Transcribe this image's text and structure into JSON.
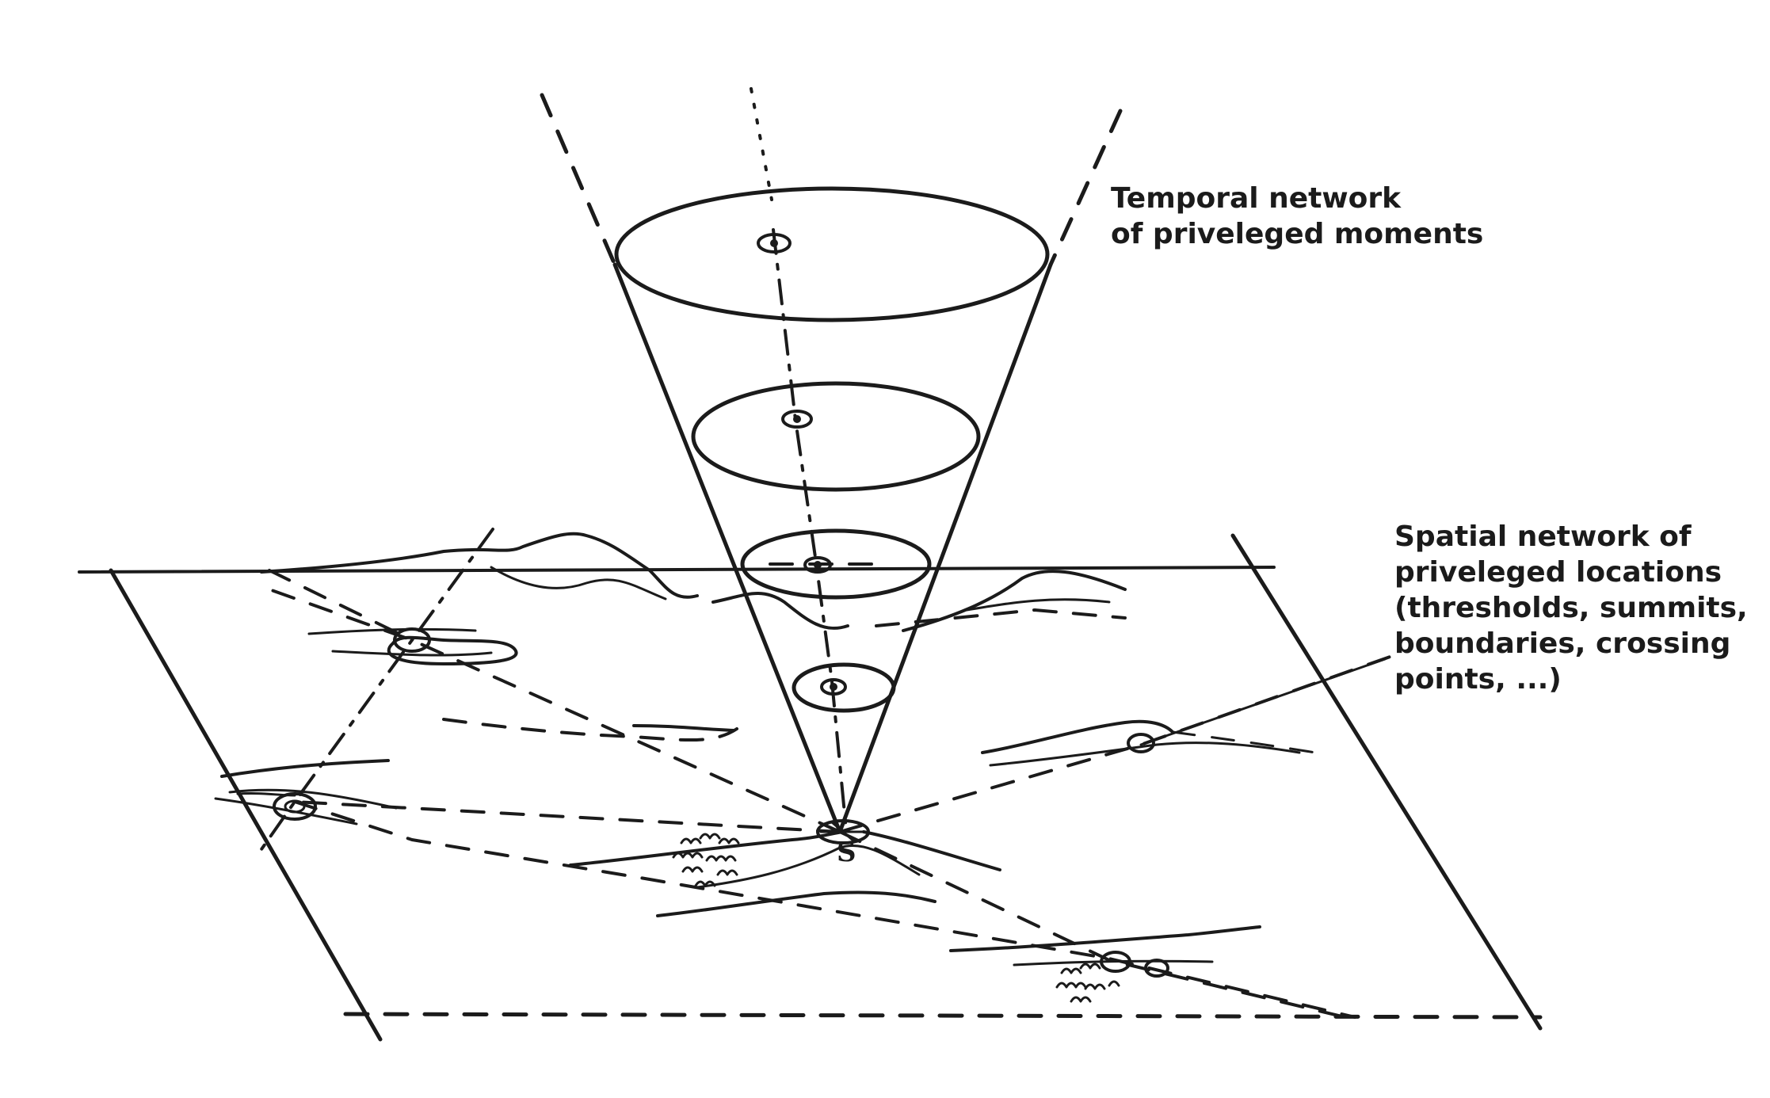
{
  "annotations": {
    "temporal": {
      "line1": "Temporal network",
      "line2": "of priveleged moments"
    },
    "spatial": {
      "line1": "Spatial network of",
      "line2": "priveleged locations",
      "line3": "(thresholds, summits,",
      "line4": "boundaries, crossing",
      "line5": "points, ...)"
    },
    "origin": "S"
  }
}
